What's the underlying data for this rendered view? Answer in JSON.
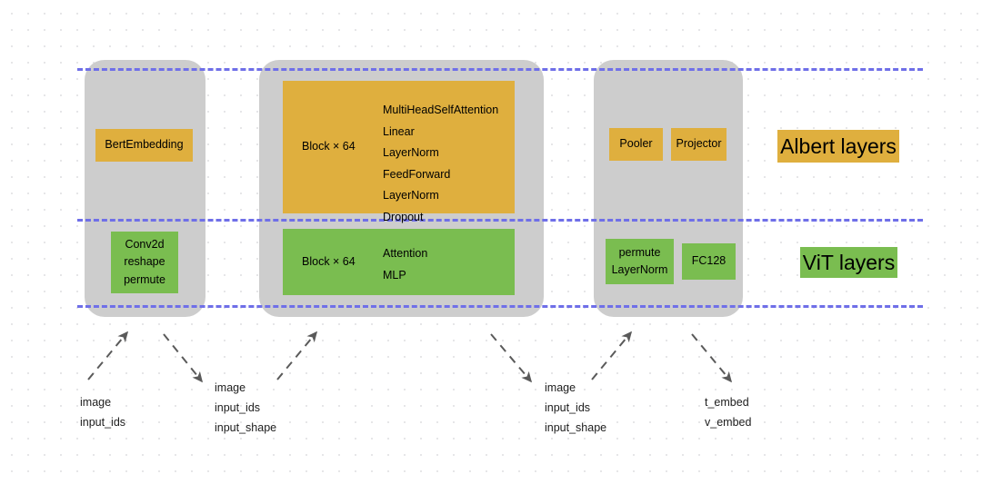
{
  "palette": {
    "gold": "#dfaf3e",
    "green": "#7abd50",
    "pillar_grey": "#cdcdcd",
    "dash_blue": "#6f6fe8",
    "background": "#ffffff",
    "dot_grid": "#e4e4e6",
    "arrow": "#5a5a5a",
    "text": "#000000"
  },
  "columns": {
    "embedding": {
      "albert_unit": "BertEmbedding",
      "vit_unit_lines": [
        "Conv2d",
        "reshape",
        "permute"
      ]
    },
    "encoder": {
      "albert_block_label": "Block × 64",
      "albert_block_items": [
        "MultiHeadSelfAttention",
        "Linear",
        "LayerNorm",
        "FeedForward",
        "LayerNorm",
        "Dropout"
      ],
      "vit_block_label": "Block × 64",
      "vit_block_items": [
        "Attention",
        "MLP"
      ]
    },
    "head": {
      "albert_units": [
        "Pooler",
        "Projector"
      ],
      "vit_unit_lines": [
        "permute",
        "LayerNorm"
      ],
      "vit_unit_secondary": "FC128"
    }
  },
  "legend": {
    "albert": "Albert layers",
    "vit": "ViT layers"
  },
  "annotations": [
    {
      "lines": [
        "image",
        "input_ids"
      ]
    },
    {
      "lines": [
        "image",
        "input_ids",
        "input_shape"
      ]
    },
    {
      "lines": [
        "image",
        "input_ids",
        "input_shape"
      ]
    },
    {
      "lines": [
        "t_embed",
        "v_embed"
      ]
    }
  ]
}
